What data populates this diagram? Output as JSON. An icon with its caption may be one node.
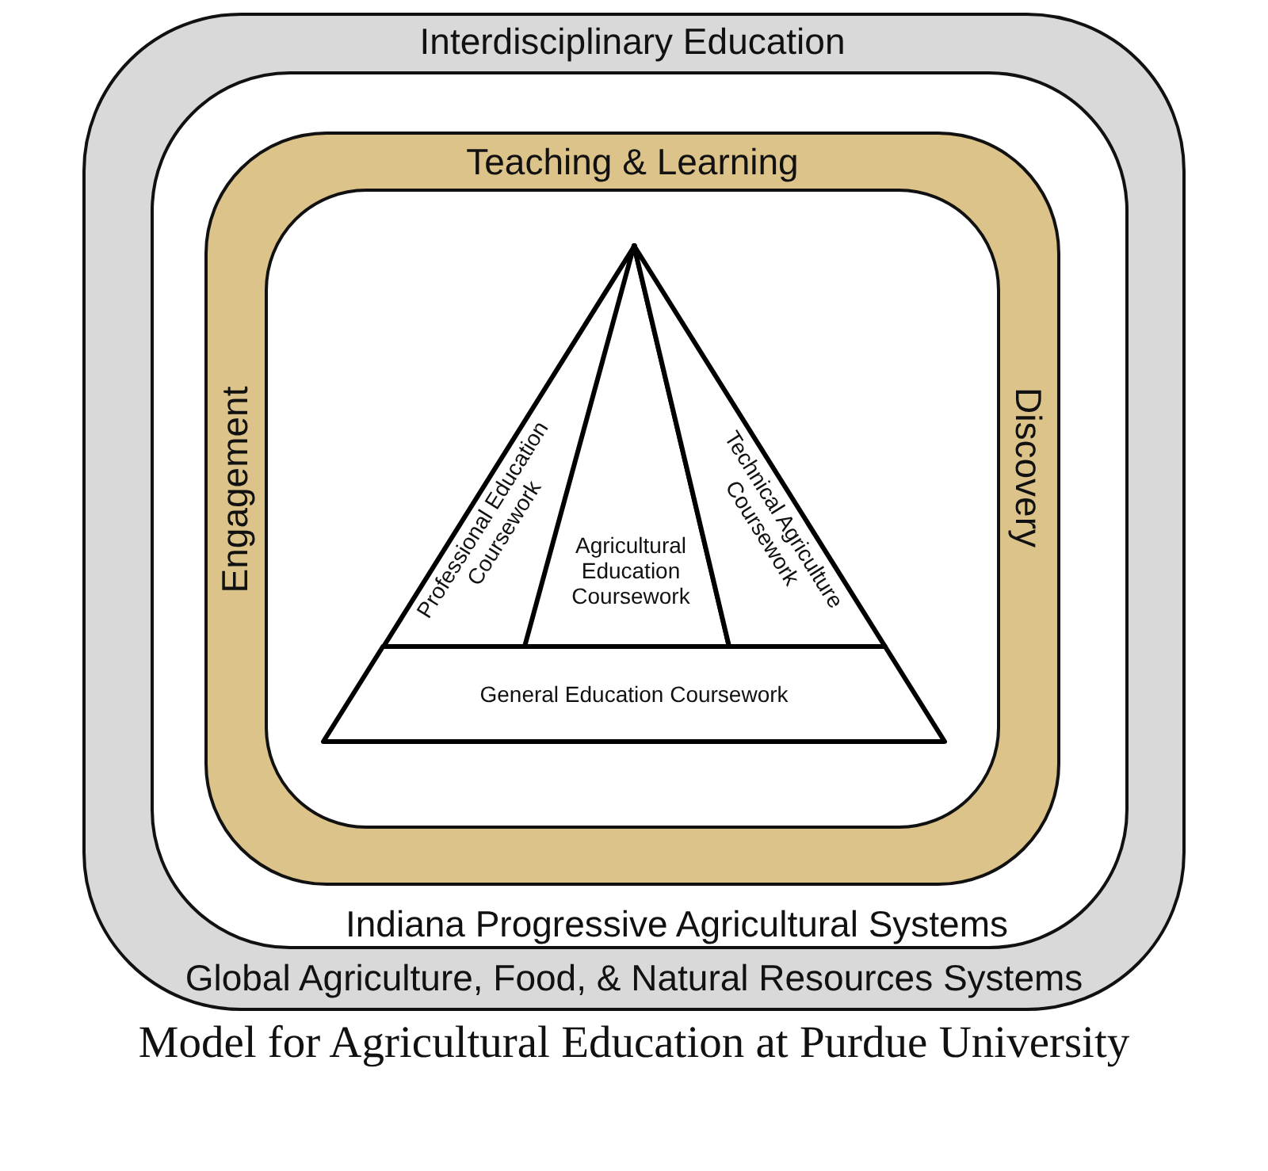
{
  "diagram": {
    "caption": "Model for Agricultural Education at Purdue University",
    "nodes": [
      {
        "text": [
          "Interdisciplinary Education",
          "Global Agriculture, Food, & Natural Resources Systems"
        ]
      },
      {
        "text": [
          "Indiana Progressive Agricultural Systems"
        ],
        "in": 0
      },
      {
        "text": [
          "Teaching & Learning",
          "Engagement",
          "Discovery"
        ],
        "in": 1
      },
      {
        "text": [],
        "shape": "box",
        "in": 2
      },
      {
        "text": [
          "Professional Education Coursework"
        ],
        "in": 3
      },
      {
        "text": [
          "Agricultural Education Coursework"
        ],
        "in": 3
      },
      {
        "text": [
          "Technical Agriculture Coursework"
        ],
        "in": 3
      },
      {
        "text": [
          "General Education Coursework"
        ],
        "in": 3
      }
    ]
  }
}
